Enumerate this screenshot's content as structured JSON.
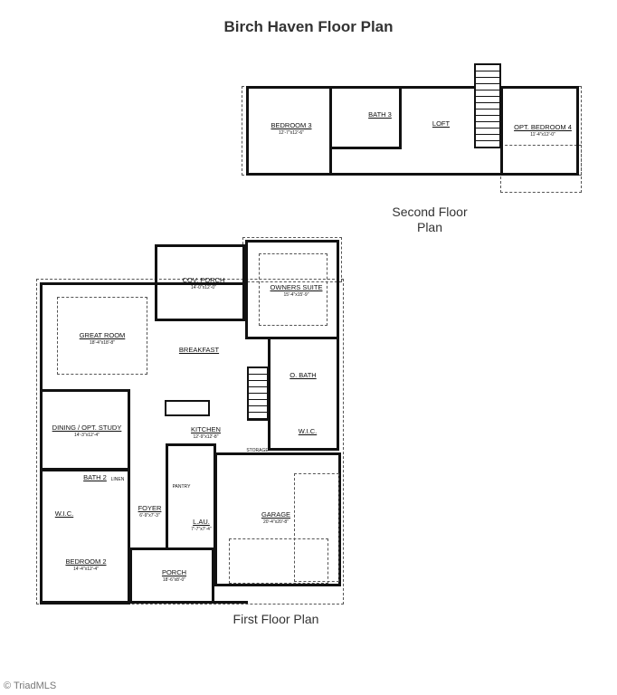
{
  "title": "Birch Haven Floor Plan",
  "second_floor": {
    "caption": "Second Floor Plan",
    "rooms": [
      {
        "name": "BEDROOM 3",
        "size": "12'-7\"x12'-6\""
      },
      {
        "name": "BATH 3",
        "size": ""
      },
      {
        "name": "LOFT",
        "size": ""
      },
      {
        "name": "OPT. BEDROOM 4",
        "size": "11'-4\"x12'-0\""
      }
    ]
  },
  "first_floor": {
    "caption": "First Floor Plan",
    "rooms": [
      {
        "name": "COV. PORCH",
        "size": "14'-0\"x12'-0\""
      },
      {
        "name": "OWNERS SUITE",
        "size": "15'-4\"x15'-9\""
      },
      {
        "name": "GREAT ROOM",
        "size": "18'-4\"x18'-8\""
      },
      {
        "name": "BREAKFAST",
        "size": ""
      },
      {
        "name": "O. BATH",
        "size": ""
      },
      {
        "name": "DINING / OPT. STUDY",
        "size": "14'-3\"x12'-4\""
      },
      {
        "name": "KITCHEN",
        "size": "12'-9\"x12'-8\""
      },
      {
        "name": "W.I.C.",
        "size": ""
      },
      {
        "name": "BATH 2",
        "size": ""
      },
      {
        "name": "W.I.C.",
        "size": ""
      },
      {
        "name": "FOYER",
        "size": "6'-9\"x7'-3\""
      },
      {
        "name": "L.AU.",
        "size": "7'-7\"x7'-4\""
      },
      {
        "name": "GARAGE",
        "size": "20'-4\"x20'-8\""
      },
      {
        "name": "BEDROOM 2",
        "size": "14'-4\"x12'-4\""
      },
      {
        "name": "PORCH",
        "size": "18'-6\"x8'-0\""
      },
      {
        "name": "PANTRY",
        "size": ""
      },
      {
        "name": "STORAGE",
        "size": ""
      },
      {
        "name": "LINEN",
        "size": ""
      }
    ]
  },
  "footer": "© TriadMLS"
}
